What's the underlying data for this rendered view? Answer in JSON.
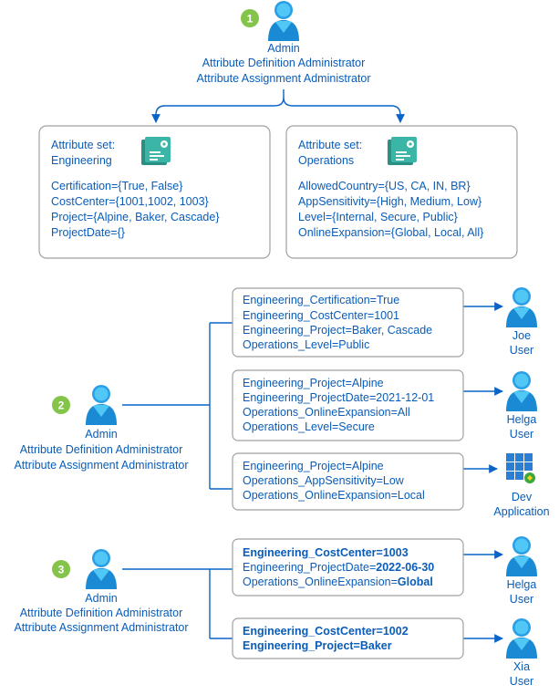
{
  "admin_role_lines": [
    "Admin",
    "Attribute Definition Administrator",
    "Attribute Assignment Administrator"
  ],
  "steps": [
    "1",
    "2",
    "3"
  ],
  "attribute_sets": [
    {
      "title_lines": [
        "Attribute set:",
        "Engineering"
      ],
      "attributes": [
        "Certification={True, False}",
        "CostCenter={1001,1002, 1003}",
        "Project={Alpine, Baker, Cascade}",
        "ProjectDate={}"
      ]
    },
    {
      "title_lines": [
        "Attribute set:",
        "Operations"
      ],
      "attributes": [
        "AllowedCountry={US, CA, IN, BR}",
        "AppSensitivity={High, Medium, Low}",
        "Level={Internal, Secure, Public}",
        "OnlineExpansion={Global, Local, All}"
      ]
    }
  ],
  "step2_assignments": [
    {
      "lines": [
        "Engineering_Certification=True",
        "Engineering_CostCenter=1001",
        "Engineering_Project=Baker, Cascade",
        "Operations_Level=Public"
      ],
      "target": [
        "Joe",
        "User"
      ]
    },
    {
      "lines": [
        "Engineering_Project=Alpine",
        "Engineering_ProjectDate=2021-12-01",
        "Operations_OnlineExpansion=All",
        "Operations_Level=Secure"
      ],
      "target": [
        "Helga",
        "User"
      ]
    },
    {
      "lines": [
        "Engineering_Project=Alpine",
        "Operations_AppSensitivity=Low",
        "Operations_OnlineExpansion=Local"
      ],
      "target": [
        "Dev",
        "Application"
      ]
    }
  ],
  "step3_assignments": [
    {
      "lines": [
        {
          "name": "Engineering_CostCenter=",
          "value": "1003",
          "bold_name": true,
          "bold_value": true
        },
        {
          "name": "Engineering_ProjectDate=",
          "value": "2022-06-30",
          "bold_name": false,
          "bold_value": true
        },
        {
          "name": "Operations_OnlineExpansion=",
          "value": "Global",
          "bold_name": false,
          "bold_value": true
        }
      ],
      "target": [
        "Helga",
        "User"
      ]
    },
    {
      "lines": [
        {
          "name": "Engineering_CostCenter=",
          "value": "1002",
          "bold_name": true,
          "bold_value": true
        },
        {
          "name": "Engineering_Project=",
          "value": "Baker",
          "bold_name": true,
          "bold_value": true
        }
      ],
      "target": [
        "Xia",
        "User"
      ]
    }
  ],
  "colors": {
    "text": "#0a5cb8",
    "line": "#0a63c8",
    "badge": "#84c44a",
    "person_dark": "#1a8ad4",
    "person_light": "#50c7f5",
    "tile": "#3bb5a5"
  },
  "icons": [
    "user-icon",
    "attribute-set-icon",
    "application-icon"
  ]
}
